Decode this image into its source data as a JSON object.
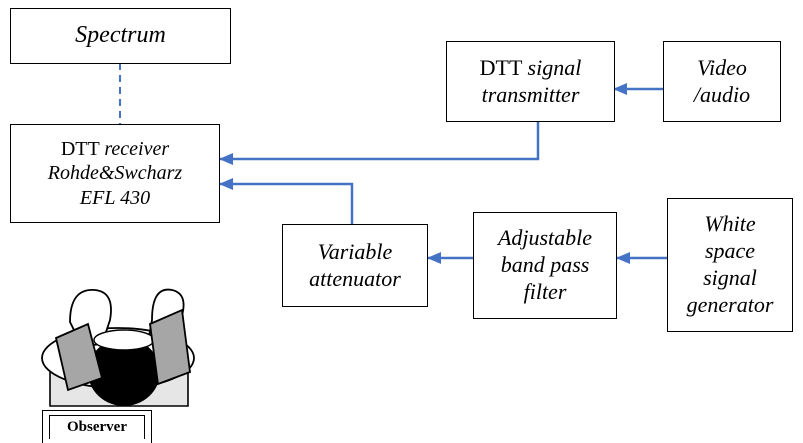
{
  "colors": {
    "arrow": "#4472c4",
    "line": "#000000"
  },
  "boxes": {
    "spectrum": {
      "text": "Spectrum"
    },
    "transmitter": {
      "line1_plain": "DTT ",
      "line1_italic": "signal",
      "line2": "transmitter"
    },
    "video": {
      "line1": "Video",
      "line2": "/audio"
    },
    "receiver": {
      "line1_plain": "DTT ",
      "line1_italic": "receiver",
      "line2": "Rohde&Swcharz",
      "line3": "EFL 430"
    },
    "attenuator": {
      "line1": "Variable",
      "line2": "attenuator"
    },
    "filter": {
      "line1": "Adjustable",
      "line2": "band pass",
      "line3": "filter"
    },
    "generator": {
      "line1": "White",
      "line2": "space",
      "line3": "signal",
      "line4": "generator"
    }
  },
  "observer": {
    "label": "Observer",
    "icon": "observer-icon"
  }
}
